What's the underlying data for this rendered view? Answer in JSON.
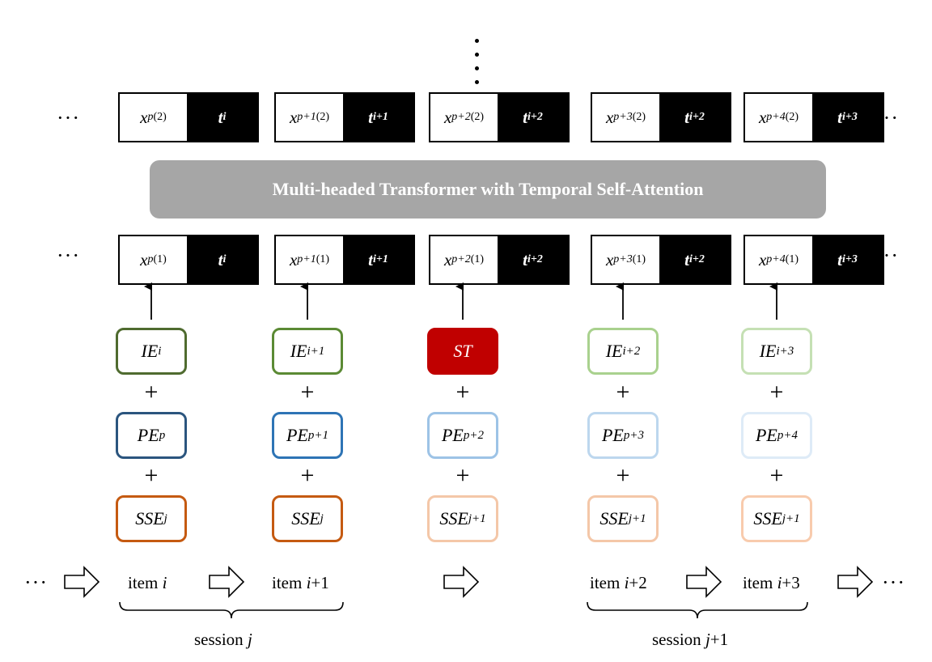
{
  "ellipsis": "···",
  "transformer": {
    "label": "Multi-headed Transformer with Temporal Self-Attention"
  },
  "top_row": [
    {
      "x_sub": "p",
      "x_sup": "(2)",
      "t_sub": "i"
    },
    {
      "x_sub": "p+1",
      "x_sup": "(2)",
      "t_sub": "i+1"
    },
    {
      "x_sub": "p+2",
      "x_sup": "(2)",
      "t_sub": "i+2"
    },
    {
      "x_sub": "p+3",
      "x_sup": "(2)",
      "t_sub": "i+2"
    },
    {
      "x_sub": "p+4",
      "x_sup": "(2)",
      "t_sub": "i+3"
    }
  ],
  "mid_row": [
    {
      "x_sub": "p",
      "x_sup": "(1)",
      "t_sub": "i"
    },
    {
      "x_sub": "p+1",
      "x_sup": "(1)",
      "t_sub": "i+1"
    },
    {
      "x_sub": "p+2",
      "x_sup": "(1)",
      "t_sub": "i+2"
    },
    {
      "x_sub": "p+3",
      "x_sup": "(1)",
      "t_sub": "i+2"
    },
    {
      "x_sub": "p+4",
      "x_sup": "(1)",
      "t_sub": "i+3"
    }
  ],
  "symbols": {
    "x": "x",
    "t": "t",
    "plus": "+"
  },
  "embeddings": [
    {
      "top": {
        "main": "IE",
        "sub": "i",
        "color": "#4f6b2f",
        "fill": "#ffffff",
        "text": "#000000"
      },
      "mid": {
        "main": "PE",
        "sub": "p",
        "color": "#2b557e"
      },
      "bot": {
        "main": "SSE",
        "sub": "j",
        "color": "#c55a11"
      }
    },
    {
      "top": {
        "main": "IE",
        "sub": "i+1",
        "color": "#5b8a34",
        "fill": "#ffffff",
        "text": "#000000"
      },
      "mid": {
        "main": "PE",
        "sub": "p+1",
        "color": "#2e74b5"
      },
      "bot": {
        "main": "SSE",
        "sub": "j",
        "color": "#c55a11"
      }
    },
    {
      "top": {
        "main": "ST",
        "sub": "",
        "color": "#c00000",
        "fill": "#c00000",
        "text": "#ffffff"
      },
      "mid": {
        "main": "PE",
        "sub": "p+2",
        "color": "#9dc3e6"
      },
      "bot": {
        "main": "SSE",
        "sub": "j+1",
        "color": "#f4c7a8"
      }
    },
    {
      "top": {
        "main": "IE",
        "sub": "i+2",
        "color": "#a9d18e",
        "fill": "#ffffff",
        "text": "#000000"
      },
      "mid": {
        "main": "PE",
        "sub": "p+3",
        "color": "#bdd7ee"
      },
      "bot": {
        "main": "SSE",
        "sub": "j+1",
        "color": "#f4c7a8"
      }
    },
    {
      "top": {
        "main": "IE",
        "sub": "i+3",
        "color": "#c5e0b4",
        "fill": "#ffffff",
        "text": "#000000"
      },
      "mid": {
        "main": "PE",
        "sub": "p+4",
        "color": "#deebf7"
      },
      "bot": {
        "main": "SSE",
        "sub": "j+1",
        "color": "#f8cbad"
      }
    }
  ],
  "items": [
    {
      "word": "item",
      "var": "i",
      "rest": ""
    },
    {
      "word": "item",
      "var": "i",
      "rest": "+1"
    },
    {
      "word": "item",
      "var": "i",
      "rest": "+2"
    },
    {
      "word": "item",
      "var": "i",
      "rest": "+3"
    }
  ],
  "sessions": [
    {
      "word": "session",
      "var": "j",
      "rest": ""
    },
    {
      "word": "session",
      "var": "j",
      "rest": "+1"
    }
  ]
}
